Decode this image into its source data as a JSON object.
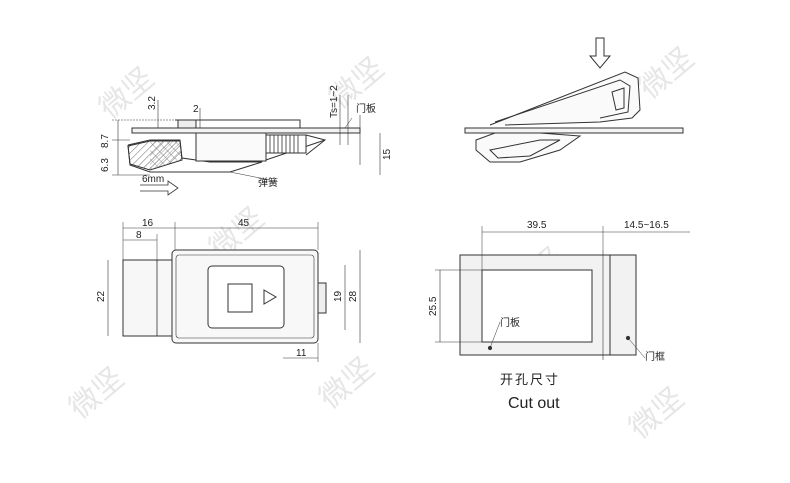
{
  "watermark": "微坚",
  "side_view": {
    "dims": {
      "d3_2": "3.2",
      "d2": "2",
      "d8_7": "8.7",
      "d6_3": "6.3",
      "d15": "15",
      "ts": "Ts=1~2"
    },
    "label_door_panel": "门板",
    "label_spring": "弹簧",
    "label_travel": "6mm"
  },
  "top_view": {
    "dims": {
      "d16": "16",
      "d8": "8",
      "d45": "45",
      "d22": "22",
      "d19": "19",
      "d28": "28",
      "d11": "11"
    }
  },
  "cutout": {
    "dims": {
      "width": "39.5",
      "height": "25.5",
      "gap": "14.5~16.5"
    },
    "label_door_panel": "门板",
    "label_door_frame": "门框",
    "caption_cn": "开孔尺寸",
    "caption_en": "Cut out"
  }
}
